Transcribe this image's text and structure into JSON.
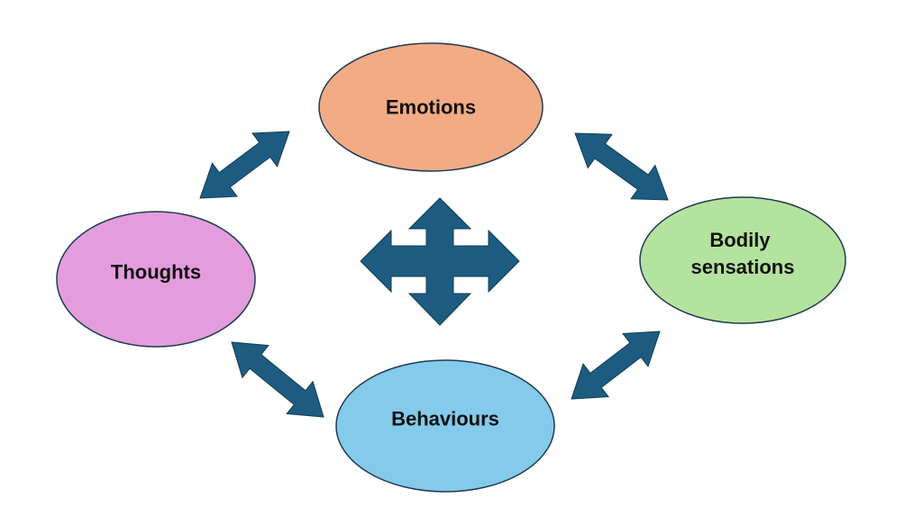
{
  "colors": {
    "arrow_fill": "#1d5b80",
    "arrow_stroke": "#123e58",
    "node_stroke": "#1f3a50"
  },
  "nodes": {
    "emotions": {
      "label": "Emotions",
      "fill": "#f2ab85"
    },
    "thoughts": {
      "label": "Thoughts",
      "fill": "#e39ddd"
    },
    "bodily": {
      "line1": "Bodily",
      "line2": "sensations",
      "fill": "#b4e39f"
    },
    "behaviours": {
      "label": "Behaviours",
      "fill": "#84caea"
    }
  },
  "arrows": [
    {
      "from": "thoughts",
      "to": "emotions",
      "type": "double-arrow"
    },
    {
      "from": "emotions",
      "to": "bodily",
      "type": "double-arrow"
    },
    {
      "from": "thoughts",
      "to": "behaviours",
      "type": "double-arrow"
    },
    {
      "from": "behaviours",
      "to": "bodily",
      "type": "double-arrow"
    },
    {
      "type": "four-way-arrow",
      "center": true
    }
  ]
}
